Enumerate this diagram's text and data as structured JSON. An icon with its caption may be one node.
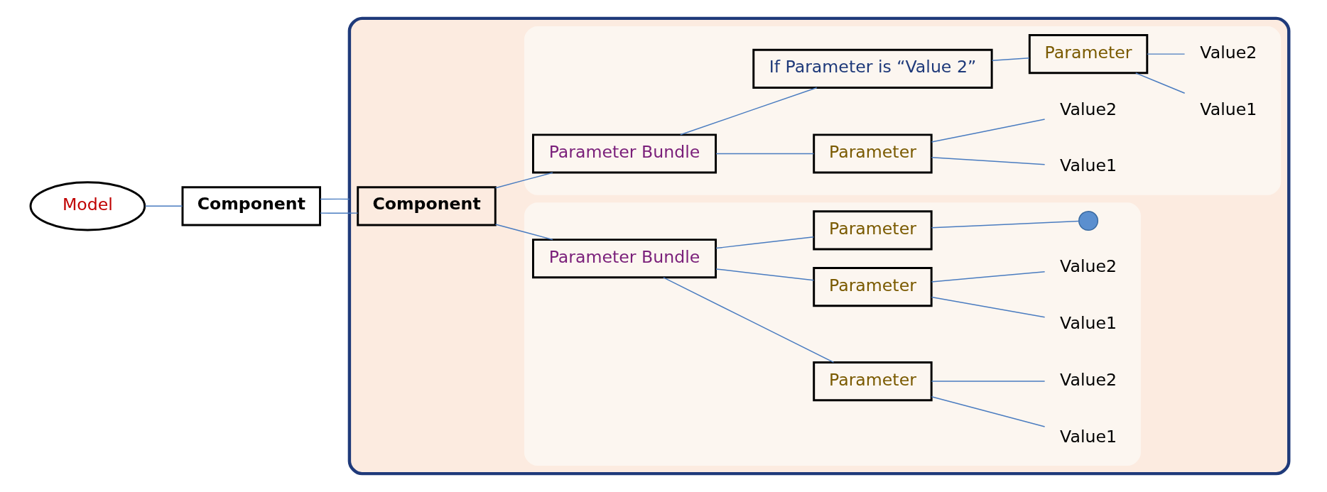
{
  "diagram": {
    "nodes": [
      {
        "text": [
          "Model"
        ]
      },
      {
        "text": [
          "Component"
        ]
      },
      {
        "text": [],
        "shape": "box"
      },
      {
        "text": [
          "Component"
        ],
        "in": 2
      },
      {
        "text": [],
        "shape": "box",
        "in": 2
      },
      {
        "text": [
          "Parameter Bundle"
        ],
        "in": 4
      },
      {
        "text": [
          "Parameter"
        ],
        "in": 4
      },
      {
        "text": [
          "Value1"
        ],
        "in": 4
      },
      {
        "text": [
          "Value2"
        ],
        "in": 4
      },
      {
        "text": [
          "Parameter"
        ],
        "in": 4
      },
      {
        "text": [
          "Value1"
        ],
        "in": 4
      },
      {
        "text": [
          "Value2"
        ],
        "in": 4
      },
      {
        "text": [
          "Parameter"
        ],
        "in": 4
      },
      {
        "text": [],
        "shape": "circle",
        "in": 4
      },
      {
        "text": [],
        "shape": "box",
        "in": 2
      },
      {
        "text": [
          "Parameter Bundle"
        ],
        "in": 14
      },
      {
        "text": [
          "Parameter"
        ],
        "in": 14
      },
      {
        "text": [
          "Value1"
        ],
        "in": 14
      },
      {
        "text": [
          "Value2"
        ],
        "in": 14
      },
      {
        "text": [
          "If Parameter is “Value 2”"
        ],
        "in": 14
      },
      {
        "text": [
          "Parameter"
        ],
        "in": 14
      },
      {
        "text": [
          "Value1"
        ],
        "in": 14
      },
      {
        "text": [
          "Value2"
        ],
        "in": 14
      }
    ],
    "edges": [
      {
        "from": 0,
        "to": 1,
        "arrow": "none"
      },
      {
        "from": 1,
        "to": 3,
        "arrow": "none"
      },
      {
        "from": 1,
        "to": 2,
        "arrow": "none"
      },
      {
        "from": 3,
        "to": 5,
        "arrow": "none"
      },
      {
        "from": 3,
        "to": 15,
        "arrow": "none"
      },
      {
        "from": 5,
        "to": 6,
        "arrow": "none"
      },
      {
        "from": 5,
        "to": 9,
        "arrow": "none"
      },
      {
        "from": 5,
        "to": 12,
        "arrow": "none"
      },
      {
        "from": 6,
        "to": 7,
        "arrow": "none"
      },
      {
        "from": 6,
        "to": 8,
        "arrow": "none"
      },
      {
        "from": 9,
        "to": 10,
        "arrow": "none"
      },
      {
        "from": 9,
        "to": 11,
        "arrow": "none"
      },
      {
        "from": 12,
        "to": 13,
        "arrow": "none"
      },
      {
        "from": 15,
        "to": 16,
        "arrow": "none"
      },
      {
        "from": 15,
        "to": 19,
        "arrow": "none"
      },
      {
        "from": 16,
        "to": 17,
        "arrow": "none"
      },
      {
        "from": 16,
        "to": 18,
        "arrow": "none"
      },
      {
        "from": 19,
        "to": 20,
        "arrow": "none"
      },
      {
        "from": 20,
        "to": 21,
        "arrow": "none"
      },
      {
        "from": 20,
        "to": 22,
        "arrow": "none"
      }
    ]
  }
}
